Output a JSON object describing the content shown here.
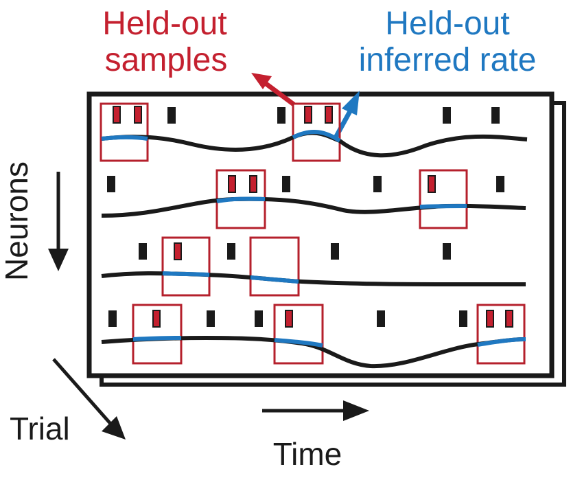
{
  "labels": {
    "held_out_samples_line1": "Held-out",
    "held_out_samples_line2": "samples",
    "held_out_rate_line1": "Held-out",
    "held_out_rate_line2": "inferred rate",
    "neurons": "Neurons",
    "trial": "Trial",
    "time": "Time"
  },
  "colors": {
    "held_out_samples": "#c4202f",
    "held_out_rate": "#1f78c1",
    "ink": "#1a1a1a",
    "box_border": "#b5202c"
  }
}
